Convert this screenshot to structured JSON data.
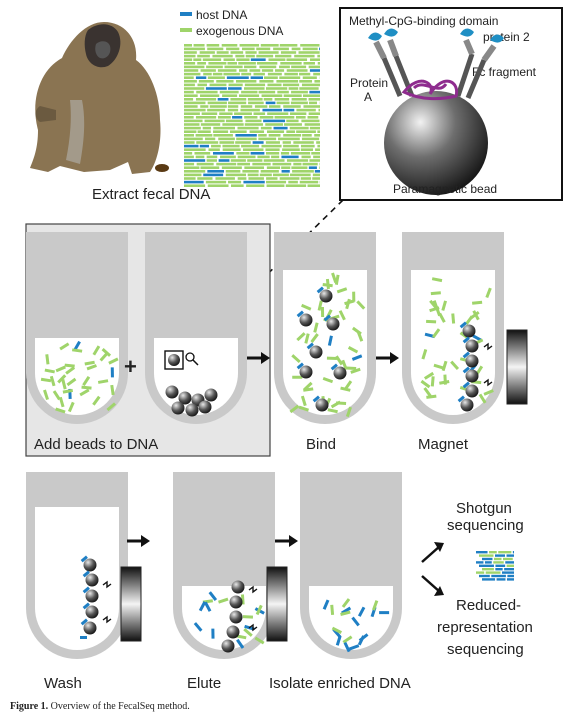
{
  "panel_top": {
    "caption": "Extract fecal DNA",
    "legend": [
      {
        "label": "host DNA",
        "color": "#1f7fc4"
      },
      {
        "label": "exogenous DNA",
        "color": "#9fd46a"
      }
    ]
  },
  "inset": {
    "labels": {
      "mbd": "Methyl-CpG-binding domain",
      "protein2": "protein 2",
      "fc": "Fc fragment",
      "protein_a_1": "Protein",
      "protein_a_2": "A",
      "bead": "Paramagnetic bead"
    }
  },
  "steps": {
    "add_beads": "Add beads to DNA",
    "bind": "Bind",
    "magnet": "Magnet",
    "wash": "Wash",
    "elute": "Elute",
    "isolate": "Isolate enriched DNA"
  },
  "outputs": {
    "shotgun_1": "Shotgun",
    "shotgun_2": "sequencing",
    "reduced_1": "Reduced-",
    "reduced_2": "representation",
    "reduced_3": "sequencing"
  },
  "figure_caption": {
    "label": "Figure 1.",
    "text": "Overview of the FecalSeq method."
  },
  "colors": {
    "host": "#1f7fc4",
    "exogenous": "#9fd46a",
    "tube": "#c9c9c9",
    "fluid": "#ffffff",
    "bead": "#4a4a4a"
  }
}
